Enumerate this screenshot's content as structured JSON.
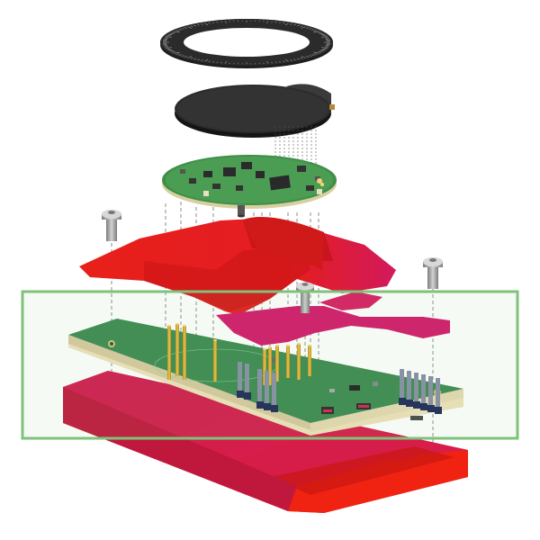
{
  "scene": {
    "description_free": true,
    "parts": [
      {
        "id": "bezel-ring",
        "color": "#2b2b2b",
        "tick_color": "#9a9a9a"
      },
      {
        "id": "round-display",
        "color": "#262626"
      },
      {
        "id": "round-pcb",
        "color": "#3f8f4a"
      },
      {
        "id": "upper-bracket",
        "color": "#e51e1e"
      },
      {
        "id": "main-pcb",
        "color": "#3d8a52"
      },
      {
        "id": "bottom-case",
        "color": "#d81f3d"
      },
      {
        "id": "screw",
        "color": "#9a9a9a",
        "count": 3
      }
    ],
    "highlight": {
      "color": "#7fc27a"
    }
  }
}
